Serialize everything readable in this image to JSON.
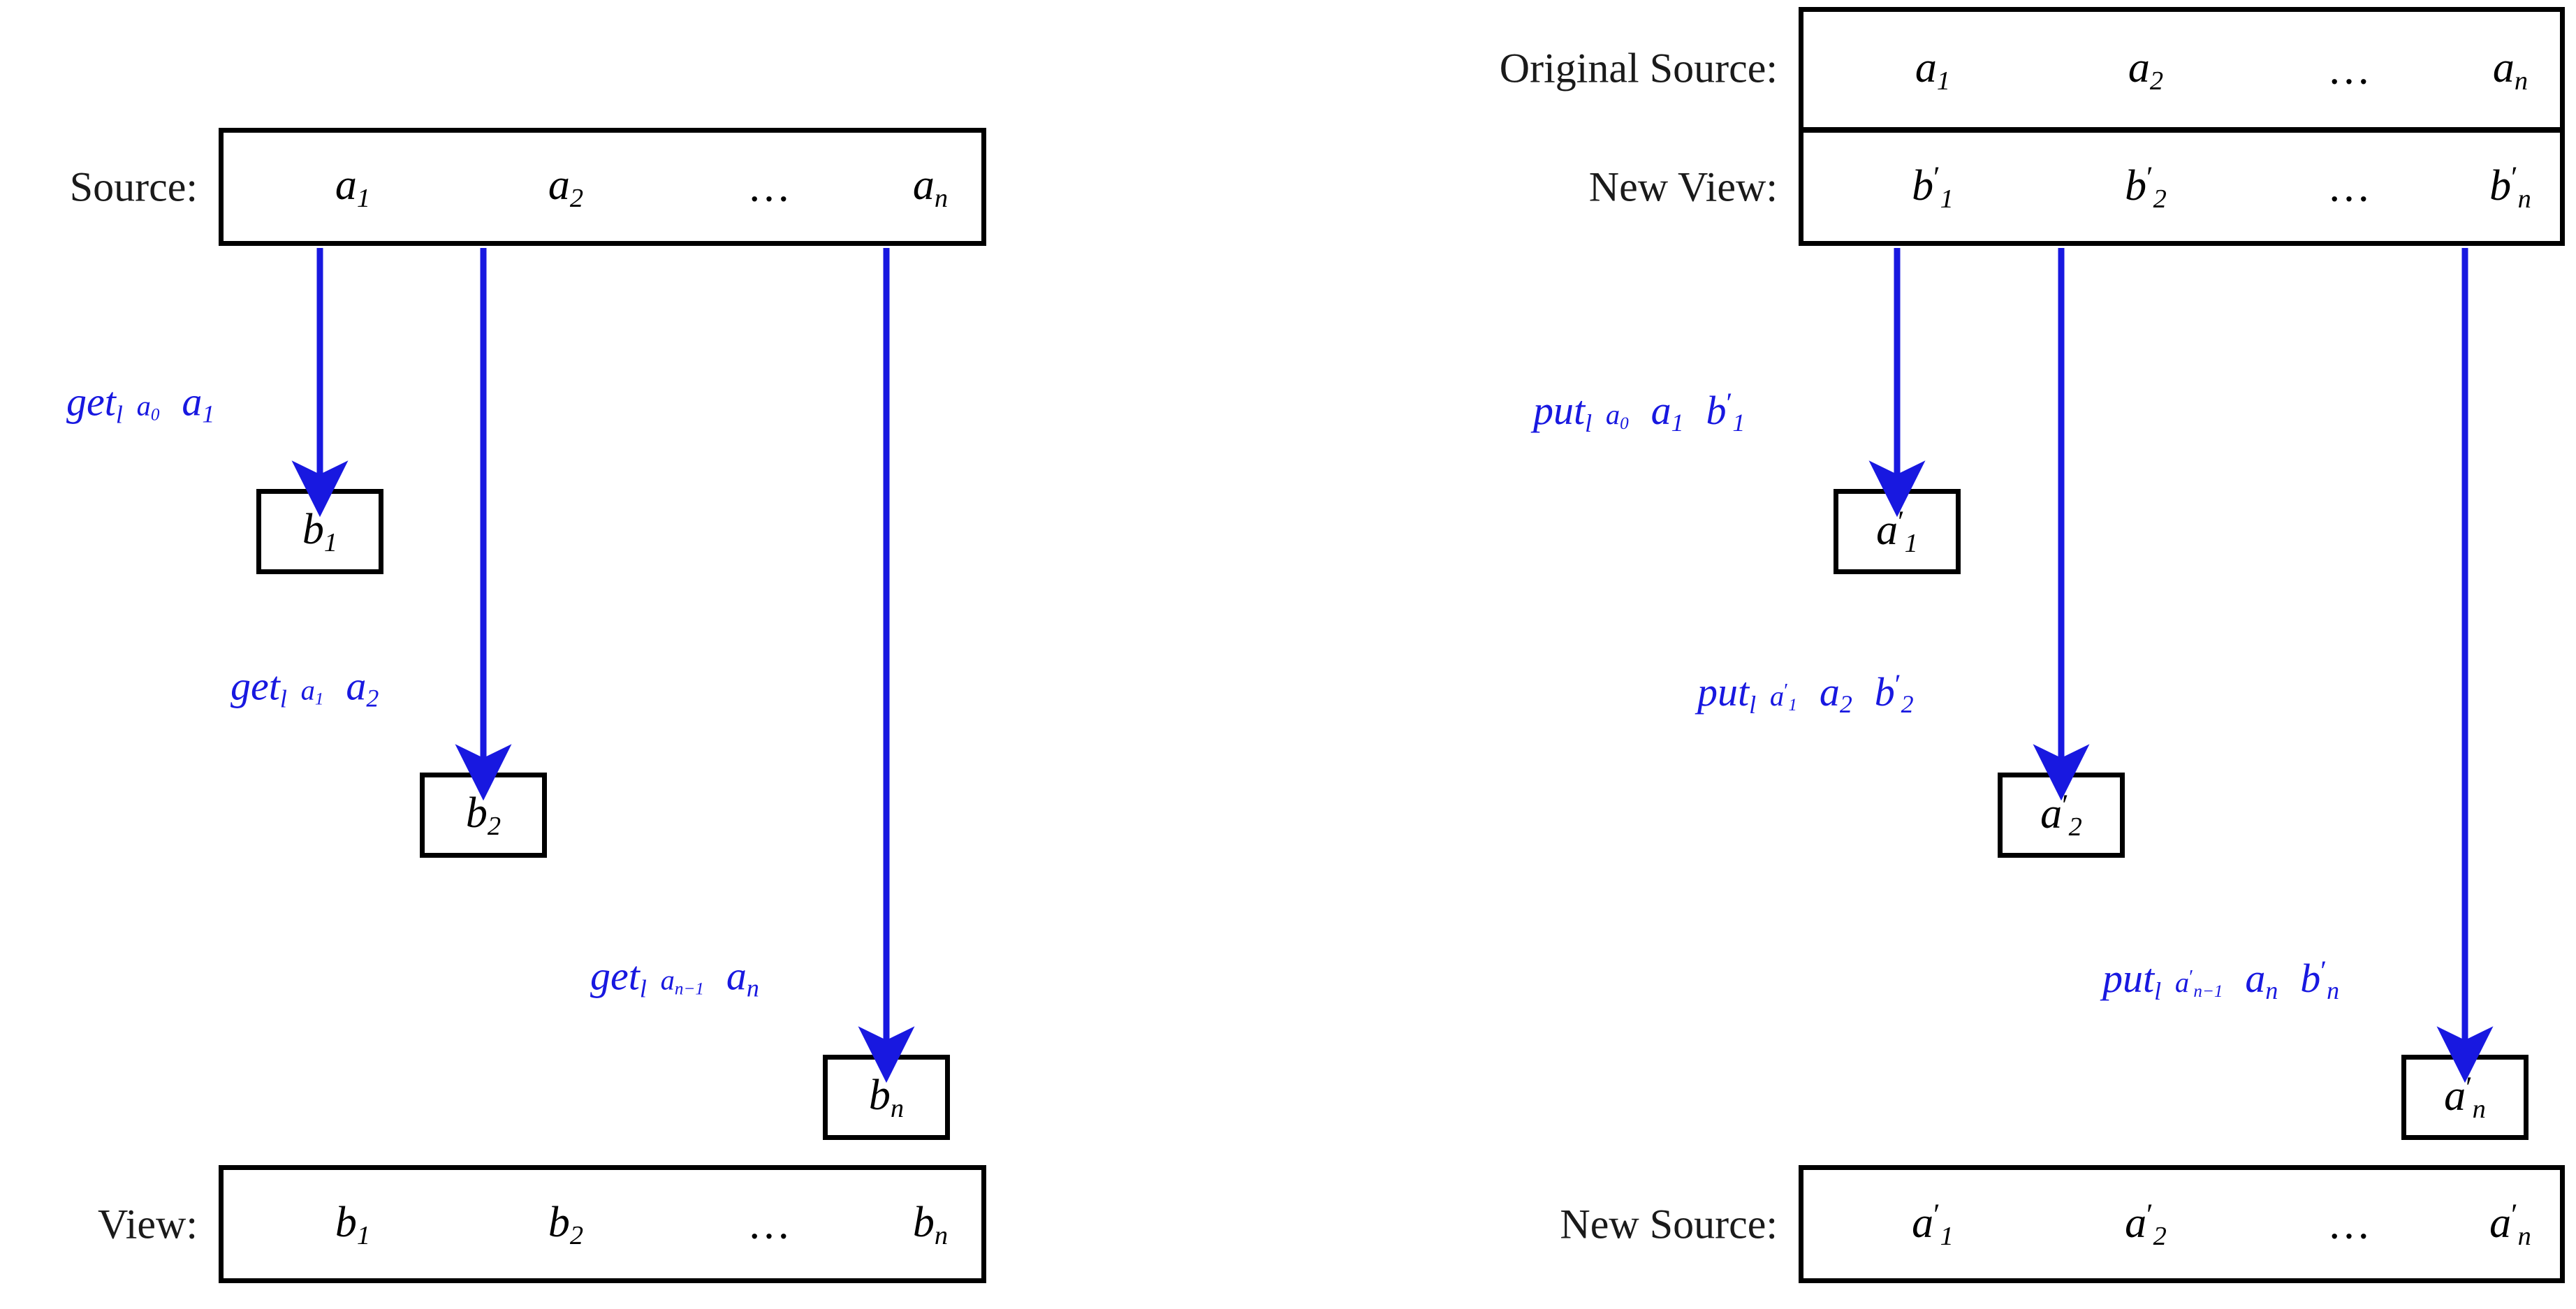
{
  "colors": {
    "arrow": "#1818e0",
    "box_border": "#000000",
    "text": "#000000",
    "caption": "#1a1a1a",
    "background": "#ffffff"
  },
  "left_panel": {
    "source_caption": "Source:",
    "view_caption": "View:",
    "source_row": {
      "cells": [
        {
          "base": "a",
          "sub": "1",
          "prime": false
        },
        {
          "base": "a",
          "sub": "2",
          "prime": false
        },
        {
          "base": "…",
          "sub": "",
          "prime": false
        },
        {
          "base": "a",
          "sub": "n",
          "prime": false
        }
      ]
    },
    "view_row": {
      "cells": [
        {
          "base": "b",
          "sub": "1",
          "prime": false
        },
        {
          "base": "b",
          "sub": "2",
          "prime": false
        },
        {
          "base": "…",
          "sub": "",
          "prime": false
        },
        {
          "base": "b",
          "sub": "n",
          "prime": false
        }
      ]
    },
    "intermediate_boxes": [
      {
        "base": "b",
        "sub": "1",
        "prime": false
      },
      {
        "base": "b",
        "sub": "2",
        "prime": false
      },
      {
        "base": "b",
        "sub": "n",
        "prime": false
      }
    ],
    "operations": [
      {
        "fn": "get",
        "fnsub": "l",
        "arg1": {
          "base": "a",
          "sub": "0",
          "prime": false
        },
        "arg2": {
          "base": "a",
          "sub": "1",
          "prime": false
        },
        "arg3": null
      },
      {
        "fn": "get",
        "fnsub": "l",
        "arg1": {
          "base": "a",
          "sub": "1",
          "prime": false
        },
        "arg2": {
          "base": "a",
          "sub": "2",
          "prime": false
        },
        "arg3": null
      },
      {
        "fn": "get",
        "fnsub": "l",
        "arg1": {
          "base": "a",
          "sub": "n−1",
          "prime": false
        },
        "arg2": {
          "base": "a",
          "sub": "n",
          "prime": false
        },
        "arg3": null
      }
    ]
  },
  "right_panel": {
    "original_source_caption": "Original Source:",
    "new_view_caption": "New View:",
    "new_source_caption": "New Source:",
    "original_source_row": {
      "cells": [
        {
          "base": "a",
          "sub": "1",
          "prime": false
        },
        {
          "base": "a",
          "sub": "2",
          "prime": false
        },
        {
          "base": "…",
          "sub": "",
          "prime": false
        },
        {
          "base": "a",
          "sub": "n",
          "prime": false
        }
      ]
    },
    "new_view_row": {
      "cells": [
        {
          "base": "b",
          "sub": "1",
          "prime": true
        },
        {
          "base": "b",
          "sub": "2",
          "prime": true
        },
        {
          "base": "…",
          "sub": "",
          "prime": false
        },
        {
          "base": "b",
          "sub": "n",
          "prime": true
        }
      ]
    },
    "new_source_row": {
      "cells": [
        {
          "base": "a",
          "sub": "1",
          "prime": true
        },
        {
          "base": "a",
          "sub": "2",
          "prime": true
        },
        {
          "base": "…",
          "sub": "",
          "prime": false
        },
        {
          "base": "a",
          "sub": "n",
          "prime": true
        }
      ]
    },
    "intermediate_boxes": [
      {
        "base": "a",
        "sub": "1",
        "prime": true
      },
      {
        "base": "a",
        "sub": "2",
        "prime": true
      },
      {
        "base": "a",
        "sub": "n",
        "prime": true
      }
    ],
    "operations": [
      {
        "fn": "put",
        "fnsub": "l",
        "arg1": {
          "base": "a",
          "sub": "0",
          "prime": false
        },
        "arg2": {
          "base": "a",
          "sub": "1",
          "prime": false
        },
        "arg3": {
          "base": "b",
          "sub": "1",
          "prime": true
        }
      },
      {
        "fn": "put",
        "fnsub": "l",
        "arg1": {
          "base": "a",
          "sub": "1",
          "prime": true
        },
        "arg2": {
          "base": "a",
          "sub": "2",
          "prime": false
        },
        "arg3": {
          "base": "b",
          "sub": "2",
          "prime": true
        }
      },
      {
        "fn": "put",
        "fnsub": "l",
        "arg1": {
          "base": "a",
          "sub": "n−1",
          "prime": true
        },
        "arg2": {
          "base": "a",
          "sub": "n",
          "prime": false
        },
        "arg3": {
          "base": "b",
          "sub": "n",
          "prime": true
        }
      }
    ]
  }
}
